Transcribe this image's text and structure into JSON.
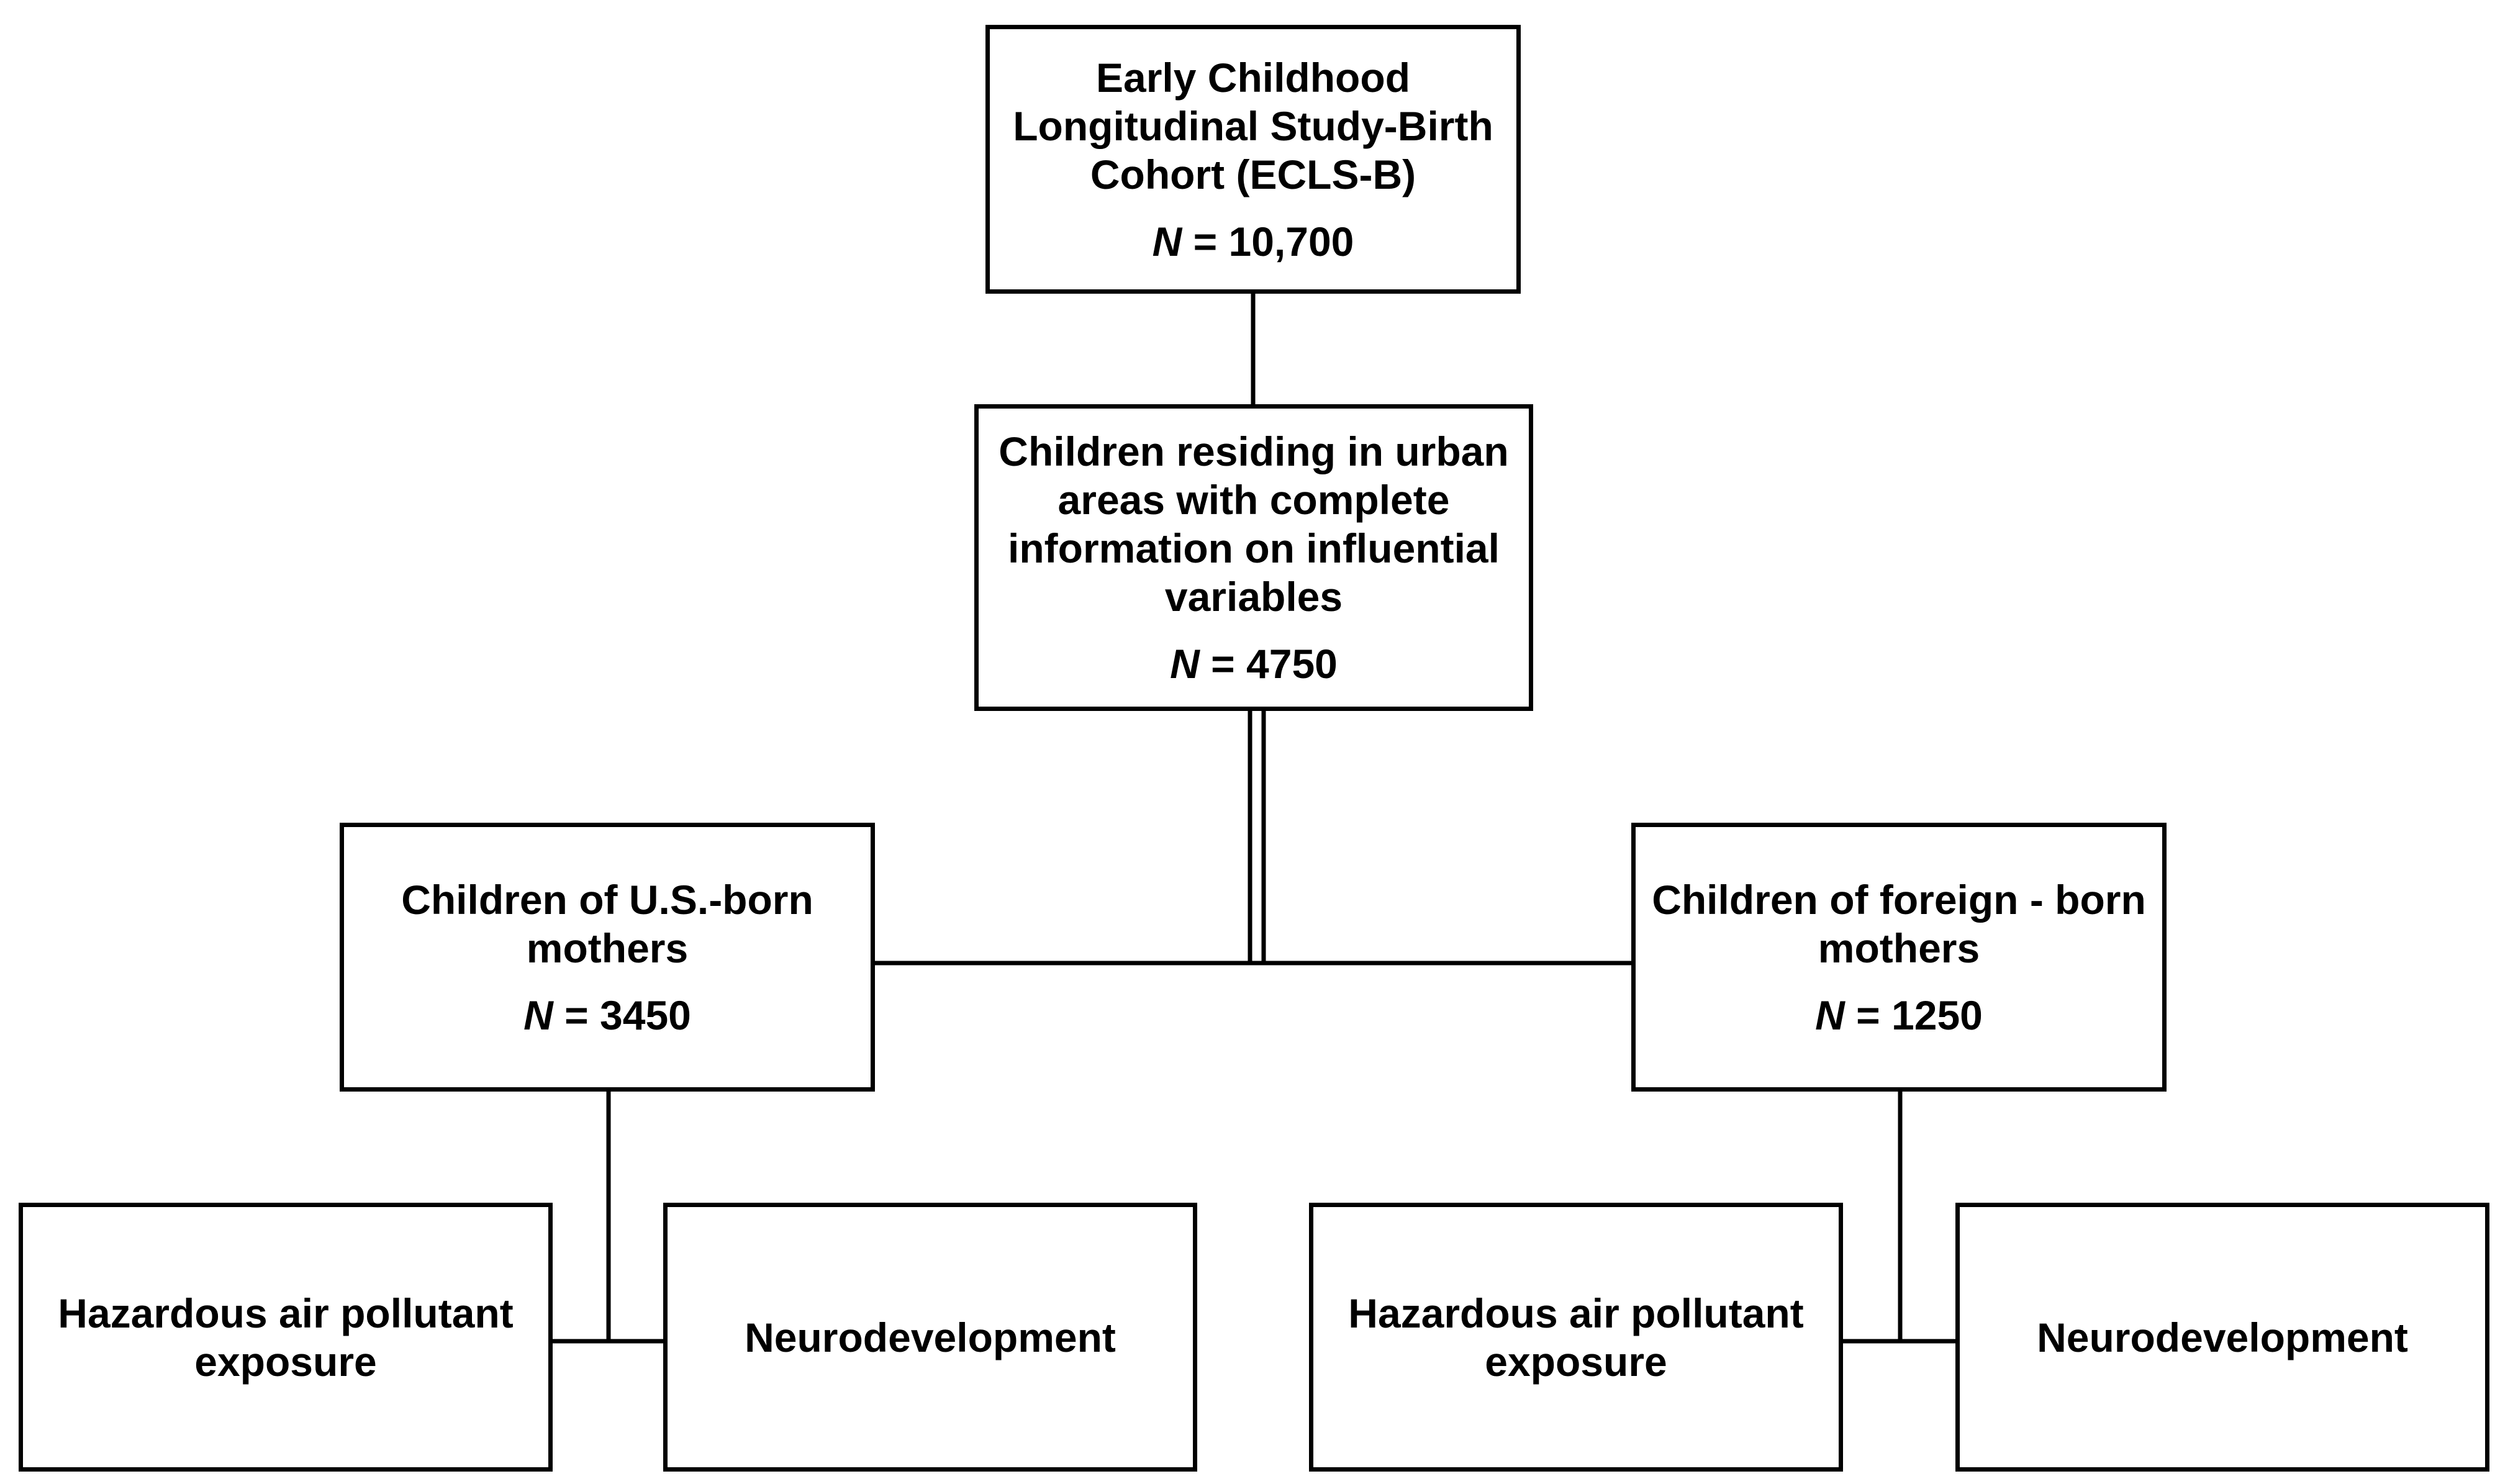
{
  "boxes": {
    "ecls": {
      "label": "Early Childhood Longitudinal Study-Birth Cohort (ECLS-B)",
      "n_symbol": "N",
      "n_value": " = 10,700"
    },
    "urban": {
      "label": "Children residing in urban areas with complete information on influential variables",
      "n_symbol": "N",
      "n_value": " = 4750"
    },
    "us_born": {
      "label": "Children of U.S.-born mothers",
      "n_symbol": "N",
      "n_value": " = 3450"
    },
    "foreign_born": {
      "label": "Children of foreign - born mothers",
      "n_symbol": "N",
      "n_value": " = 1250"
    },
    "us_exposure": {
      "label": "Hazardous air pollutant exposure"
    },
    "us_outcome": {
      "label": "Neurodevelopment"
    },
    "foreign_exposure": {
      "label": "Hazardous air pollutant exposure"
    },
    "foreign_outcome": {
      "label": "Neurodevelopment"
    }
  }
}
